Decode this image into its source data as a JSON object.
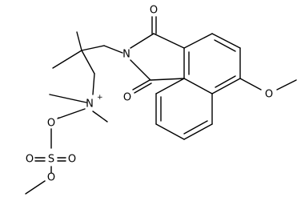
{
  "molecule": {
    "atoms": {
      "O_top": "O",
      "N_imide": "N",
      "O_bottom": "O",
      "O_methoxy": "O",
      "N_ammonium": "N",
      "O_sulfate_anion": "O",
      "O_sulfate_left": "O",
      "S": "S",
      "O_sulfate_right": "O",
      "O_sulfate_bottom": "O"
    },
    "charges": {
      "N_ammonium": "+",
      "O_sulfate_anion": "-"
    }
  }
}
